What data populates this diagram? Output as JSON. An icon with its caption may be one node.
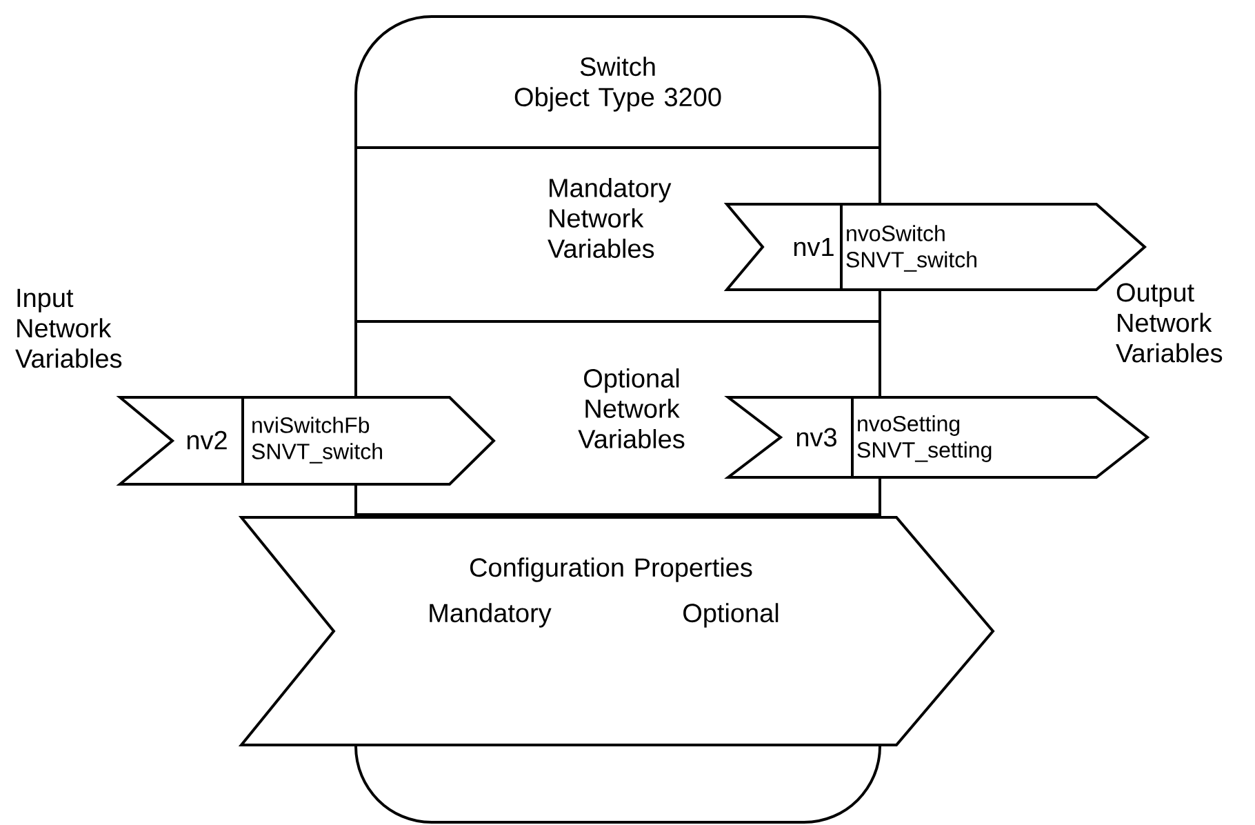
{
  "diagram": {
    "nodes": [
      {
        "text": [
          "Switch Object Type 3200"
        ]
      },
      {
        "text": [
          "Mandatory Network Variables"
        ],
        "in": 0
      },
      {
        "text": [
          "Optional Network Variables"
        ],
        "in": 0
      },
      {
        "text": [
          "nv1",
          "nvoSwitch SNVT_switch"
        ]
      },
      {
        "text": [
          "nv2",
          "nviSwitchFb SNVT_switch"
        ]
      },
      {
        "text": [
          "nv3",
          "nvoSetting SNVT_setting"
        ]
      },
      {
        "text": [
          "Configuration Properties",
          "Mandatory",
          "Optional"
        ]
      }
    ],
    "labels": [
      "Input Network Variables",
      "Output Network Variables"
    ]
  }
}
